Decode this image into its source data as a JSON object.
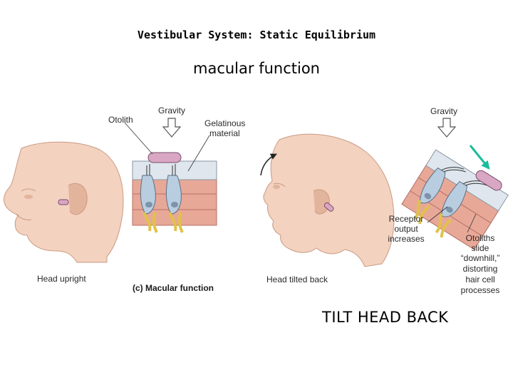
{
  "title": "Vestibular System: Static Equilibrium",
  "subtitle": "macular function",
  "caption": "TILT HEAD BACK",
  "labels": {
    "otolith": "Otolith",
    "gravity_left": "Gravity",
    "gelatinous_1": "Gelatinous",
    "gelatinous_2": "material",
    "head_upright": "Head upright",
    "figure_label": "(c) Macular function",
    "head_tilted": "Head tilted back",
    "gravity_right": "Gravity",
    "receptor_1": "Receptor",
    "receptor_2": "output",
    "receptor_3": "increases",
    "otoliths_1": "Otoliths",
    "otoliths_2": "slide",
    "otoliths_3": "“downhill,”",
    "otoliths_4": "distorting",
    "otoliths_5": "hair cell",
    "otoliths_6": "processes"
  },
  "colors": {
    "skin": "#f3d2bf",
    "skin_shadow": "#e3b49c",
    "tissue": "#e8a898",
    "gel": "#dfe6ee",
    "otolith": "#d9a6c4",
    "hair_cell": "#b9cde0",
    "support": "#f2e070",
    "arrow_teal": "#1abc9c"
  }
}
